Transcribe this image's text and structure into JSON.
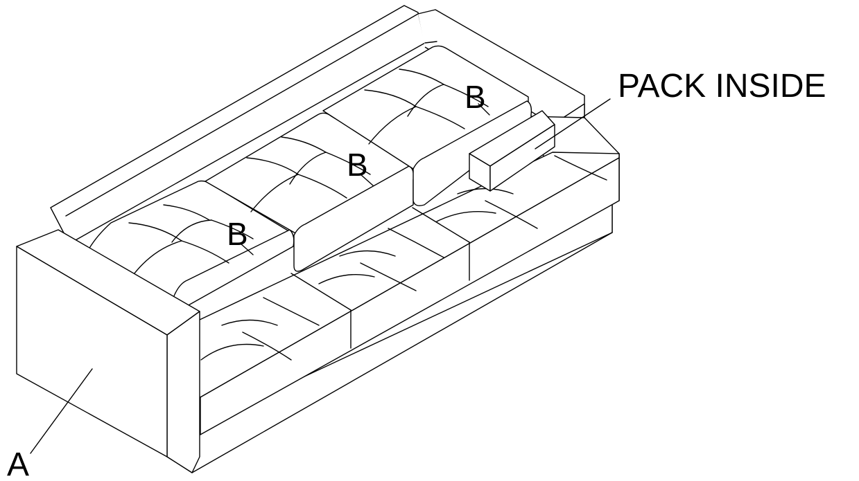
{
  "labels": {
    "pack_inside": "PACK INSIDE",
    "part_a": "A",
    "part_b1": "B",
    "part_b2": "B",
    "part_b3": "B"
  },
  "colors": {
    "line": "#000000",
    "background": "#ffffff"
  }
}
